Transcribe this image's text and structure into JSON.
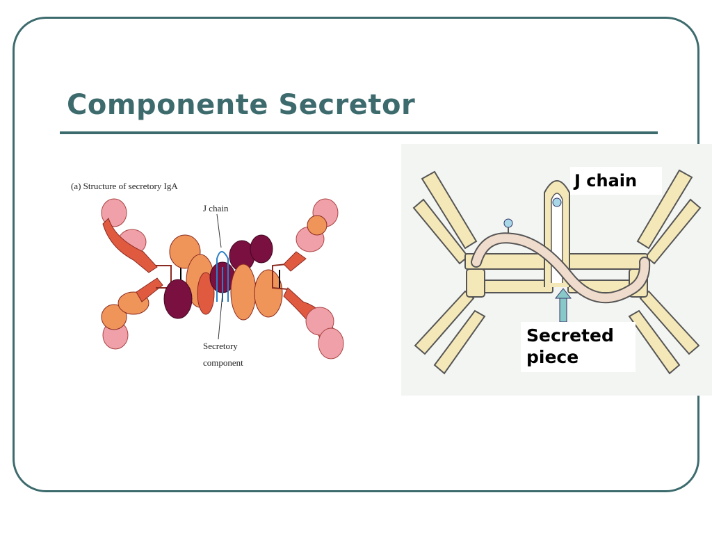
{
  "slide": {
    "title": "Componente Secretor",
    "theme_color": "#3d6b6d"
  },
  "left_figure": {
    "caption": "(a)  Structure of secretory IgA",
    "j_chain_label": "J chain",
    "secretory_component_line1": "Secretory",
    "secretory_component_line2": "component",
    "colors": {
      "light_chain": "#f0a0a8",
      "heavy_chain": "#e05a40",
      "fab": "#f0955a",
      "secretory": "#7a1040",
      "j_chain": "#2a7fc8"
    }
  },
  "right_figure": {
    "j_chain_label": "J chain",
    "secreted_piece_line1": "Secreted",
    "secreted_piece_line2": "piece",
    "colors": {
      "chain_fill": "#f5e8b8",
      "chain_outline": "#555555",
      "arrow": "#88c8c8"
    }
  }
}
